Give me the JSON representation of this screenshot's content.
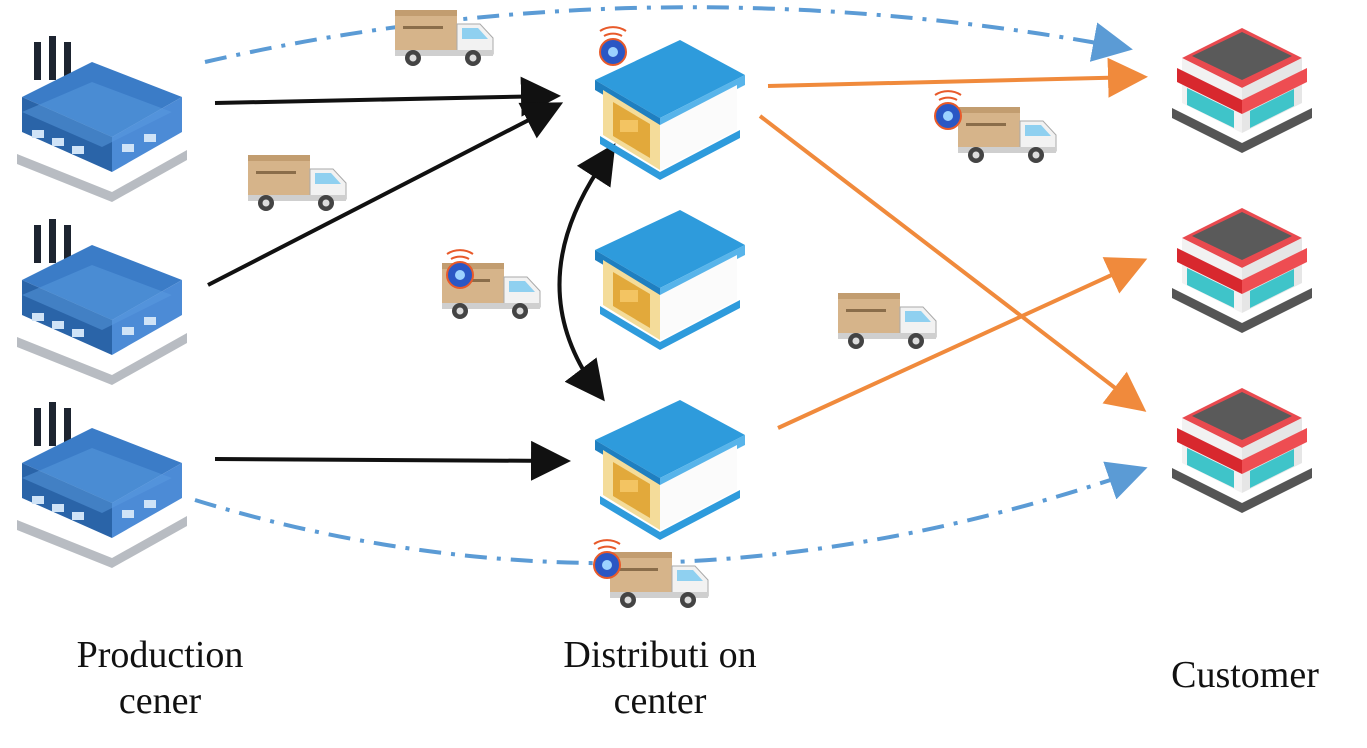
{
  "labels": {
    "production": {
      "line1": "Production",
      "line2": "cener"
    },
    "distribution": {
      "line1": "Distributi on",
      "line2": "center"
    },
    "customer": {
      "line1": "Customer"
    }
  },
  "colors": {
    "black_arrow": "#111111",
    "orange_arrow": "#f08a3c",
    "blue_dashdot": "#5b9bd5",
    "factory_blue": "#2f6fb7",
    "warehouse_roof": "#2e9bdc",
    "store_awning": "#d8282e",
    "truck_box": "#d6b48a"
  },
  "icons": {
    "factory": "factory-icon",
    "warehouse": "warehouse-icon",
    "store": "store-icon",
    "truck": "delivery-truck-icon",
    "gps": "gps-beacon-icon"
  }
}
